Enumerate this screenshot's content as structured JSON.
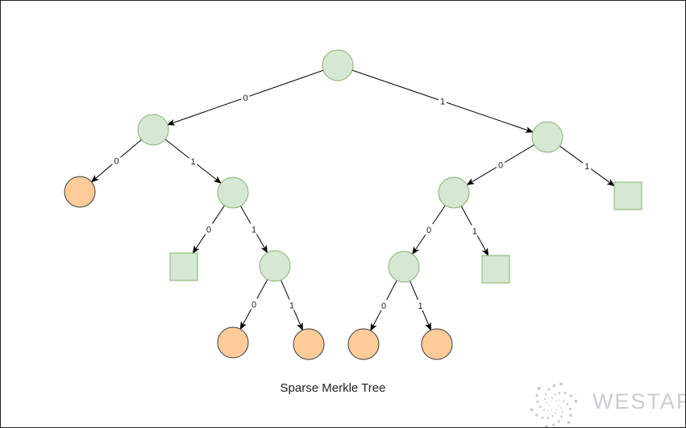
{
  "diagram": {
    "caption": "Sparse Merkle Tree",
    "colors": {
      "branch_fill": "#d5e8d4",
      "branch_stroke": "#82b366",
      "leaf_fill": "#ffcc99",
      "leaf_stroke": "#36393d",
      "edge": "#000000"
    },
    "nodes": [
      {
        "id": "root",
        "kind": "branch"
      },
      {
        "id": "n0",
        "kind": "branch"
      },
      {
        "id": "n1",
        "kind": "branch"
      },
      {
        "id": "n00",
        "kind": "leaf"
      },
      {
        "id": "n01",
        "kind": "branch"
      },
      {
        "id": "n010",
        "kind": "empty"
      },
      {
        "id": "n011",
        "kind": "branch"
      },
      {
        "id": "n0110",
        "kind": "leaf"
      },
      {
        "id": "n0111",
        "kind": "leaf"
      },
      {
        "id": "n10",
        "kind": "branch"
      },
      {
        "id": "n11",
        "kind": "empty"
      },
      {
        "id": "n100",
        "kind": "branch"
      },
      {
        "id": "n101",
        "kind": "empty"
      },
      {
        "id": "n1000",
        "kind": "leaf"
      },
      {
        "id": "n1001",
        "kind": "leaf"
      }
    ],
    "edges": [
      {
        "from": "root",
        "to": "n0",
        "label": "0"
      },
      {
        "from": "root",
        "to": "n1",
        "label": "1"
      },
      {
        "from": "n0",
        "to": "n00",
        "label": "0"
      },
      {
        "from": "n0",
        "to": "n01",
        "label": "1"
      },
      {
        "from": "n01",
        "to": "n010",
        "label": "0"
      },
      {
        "from": "n01",
        "to": "n011",
        "label": "1"
      },
      {
        "from": "n011",
        "to": "n0110",
        "label": "0"
      },
      {
        "from": "n011",
        "to": "n0111",
        "label": "1"
      },
      {
        "from": "n1",
        "to": "n10",
        "label": "0"
      },
      {
        "from": "n1",
        "to": "n11",
        "label": "1"
      },
      {
        "from": "n10",
        "to": "n100",
        "label": "0"
      },
      {
        "from": "n10",
        "to": "n101",
        "label": "1"
      },
      {
        "from": "n100",
        "to": "n1000",
        "label": "0"
      },
      {
        "from": "n100",
        "to": "n1001",
        "label": "1"
      }
    ]
  },
  "watermark": {
    "text": "WESTAR",
    "icon": "swirl-logo-icon",
    "color": "#c9cdd0"
  }
}
